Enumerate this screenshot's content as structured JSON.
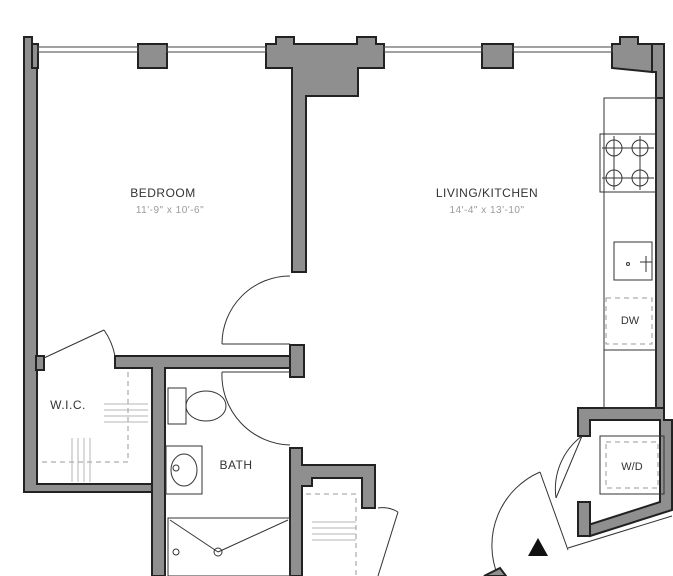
{
  "rooms": {
    "bedroom": {
      "name": "BEDROOM",
      "dimensions": "11'-9\" x 10'-6\""
    },
    "living": {
      "name": "LIVING/KITCHEN",
      "dimensions": "14'-4\" x 13'-10\""
    },
    "wic": {
      "name": "W.I.C."
    },
    "bath": {
      "name": "BATH"
    }
  },
  "fixtures": {
    "dishwasher": "DW",
    "washer_dryer": "W/D"
  },
  "colors": {
    "wall_fill": "#8f8f8f",
    "wall_outline": "#222222",
    "background": "#ffffff",
    "label_text": "#333333",
    "dimension_text": "#9a9a9a"
  },
  "icons": [
    "compass-north-arrow-icon",
    "range-burner-icon",
    "sink-icon",
    "toilet-icon",
    "shower-drain-icon"
  ]
}
